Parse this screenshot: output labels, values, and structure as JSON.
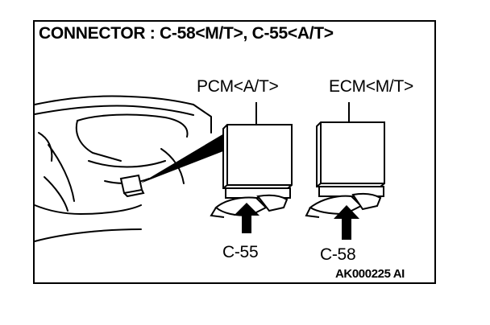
{
  "title": "CONNECTOR : C-58<M/T>, C-55<A/T>",
  "modules": {
    "pcm": {
      "label": "PCM<A/T>",
      "connector": "C-55"
    },
    "ecm": {
      "label": "ECM<M/T>",
      "connector": "C-58"
    }
  },
  "figure_code": "AK000225 AI"
}
